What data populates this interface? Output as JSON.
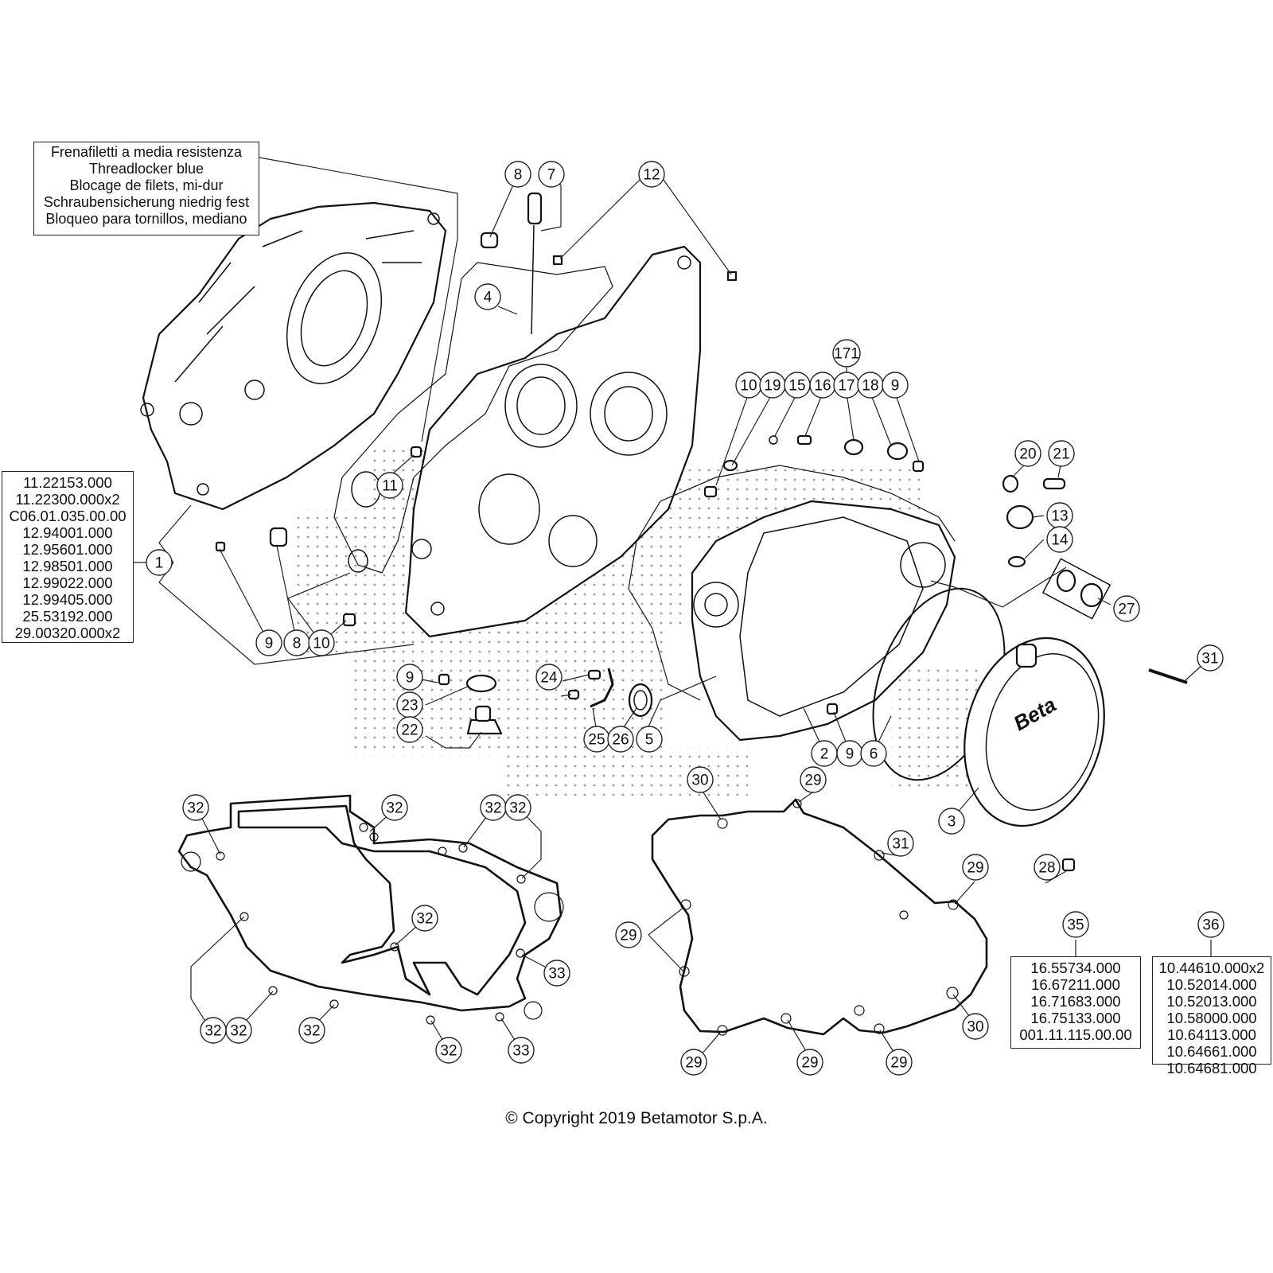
{
  "note": {
    "lines": [
      "Frenafiletti a media resistenza",
      "Threadlocker blue",
      "Blocage de filets, mi-dur",
      "Schraubensicherung niedrig fest",
      "Bloqueo para tornillos, mediano"
    ]
  },
  "part_groups": {
    "group_1": {
      "ref": "1",
      "codes": [
        "11.22153.000",
        "11.22300.000x2",
        "C06.01.035.00.00",
        "12.94001.000",
        "12.95601.000",
        "12.98501.000",
        "12.99022.000",
        "12.99405.000",
        "25.53192.000",
        "29.00320.000x2"
      ]
    },
    "group_35": {
      "ref": "35",
      "codes": [
        "16.55734.000",
        "16.67211.000",
        "16.71683.000",
        "16.75133.000",
        "001.11.115.00.00"
      ]
    },
    "group_36": {
      "ref": "36",
      "codes": [
        "10.44610.000x2",
        "10.52014.000",
        "10.52013.000",
        "10.58000.000",
        "10.64113.000",
        "10.64661.000",
        "10.64681.000"
      ]
    }
  },
  "callouts": [
    {
      "id": "c8",
      "label": "8"
    },
    {
      "id": "c7",
      "label": "7"
    },
    {
      "id": "c12",
      "label": "12"
    },
    {
      "id": "c4",
      "label": "4"
    },
    {
      "id": "c171",
      "label": "171"
    },
    {
      "id": "c10a",
      "label": "10"
    },
    {
      "id": "c19",
      "label": "19"
    },
    {
      "id": "c15",
      "label": "15"
    },
    {
      "id": "c16",
      "label": "16"
    },
    {
      "id": "c17",
      "label": "17"
    },
    {
      "id": "c18",
      "label": "18"
    },
    {
      "id": "c9a",
      "label": "9"
    },
    {
      "id": "c11",
      "label": "11"
    },
    {
      "id": "c20",
      "label": "20"
    },
    {
      "id": "c21",
      "label": "21"
    },
    {
      "id": "c13",
      "label": "13"
    },
    {
      "id": "c14",
      "label": "14"
    },
    {
      "id": "c27",
      "label": "27"
    },
    {
      "id": "c1",
      "label": "1"
    },
    {
      "id": "c9b",
      "label": "9"
    },
    {
      "id": "c8b",
      "label": "8"
    },
    {
      "id": "c10b",
      "label": "10"
    },
    {
      "id": "c9c",
      "label": "9"
    },
    {
      "id": "c23",
      "label": "23"
    },
    {
      "id": "c22",
      "label": "22"
    },
    {
      "id": "c24",
      "label": "24"
    },
    {
      "id": "c25",
      "label": "25"
    },
    {
      "id": "c26",
      "label": "26"
    },
    {
      "id": "c5",
      "label": "5"
    },
    {
      "id": "c2",
      "label": "2"
    },
    {
      "id": "c9d",
      "label": "9"
    },
    {
      "id": "c6",
      "label": "6"
    },
    {
      "id": "c31a",
      "label": "31"
    },
    {
      "id": "c3",
      "label": "3"
    },
    {
      "id": "c28",
      "label": "28"
    },
    {
      "id": "c30a",
      "label": "30"
    },
    {
      "id": "c29a",
      "label": "29"
    },
    {
      "id": "c31b",
      "label": "31"
    },
    {
      "id": "c29b",
      "label": "29"
    },
    {
      "id": "c29c",
      "label": "29"
    },
    {
      "id": "c30b",
      "label": "30"
    },
    {
      "id": "c29d",
      "label": "29"
    },
    {
      "id": "c29e",
      "label": "29"
    },
    {
      "id": "c29f",
      "label": "29"
    },
    {
      "id": "c32a",
      "label": "32"
    },
    {
      "id": "c32b",
      "label": "32"
    },
    {
      "id": "c32c",
      "label": "32"
    },
    {
      "id": "c32d",
      "label": "32"
    },
    {
      "id": "c32e",
      "label": "32"
    },
    {
      "id": "c32f",
      "label": "32"
    },
    {
      "id": "c32g",
      "label": "32"
    },
    {
      "id": "c32h",
      "label": "32"
    },
    {
      "id": "c32i",
      "label": "32"
    },
    {
      "id": "c33a",
      "label": "33"
    },
    {
      "id": "c33b",
      "label": "33"
    },
    {
      "id": "c35",
      "label": "35"
    },
    {
      "id": "c36",
      "label": "36"
    }
  ],
  "copyright": "© Copyright 2019 Betamotor S.p.A."
}
